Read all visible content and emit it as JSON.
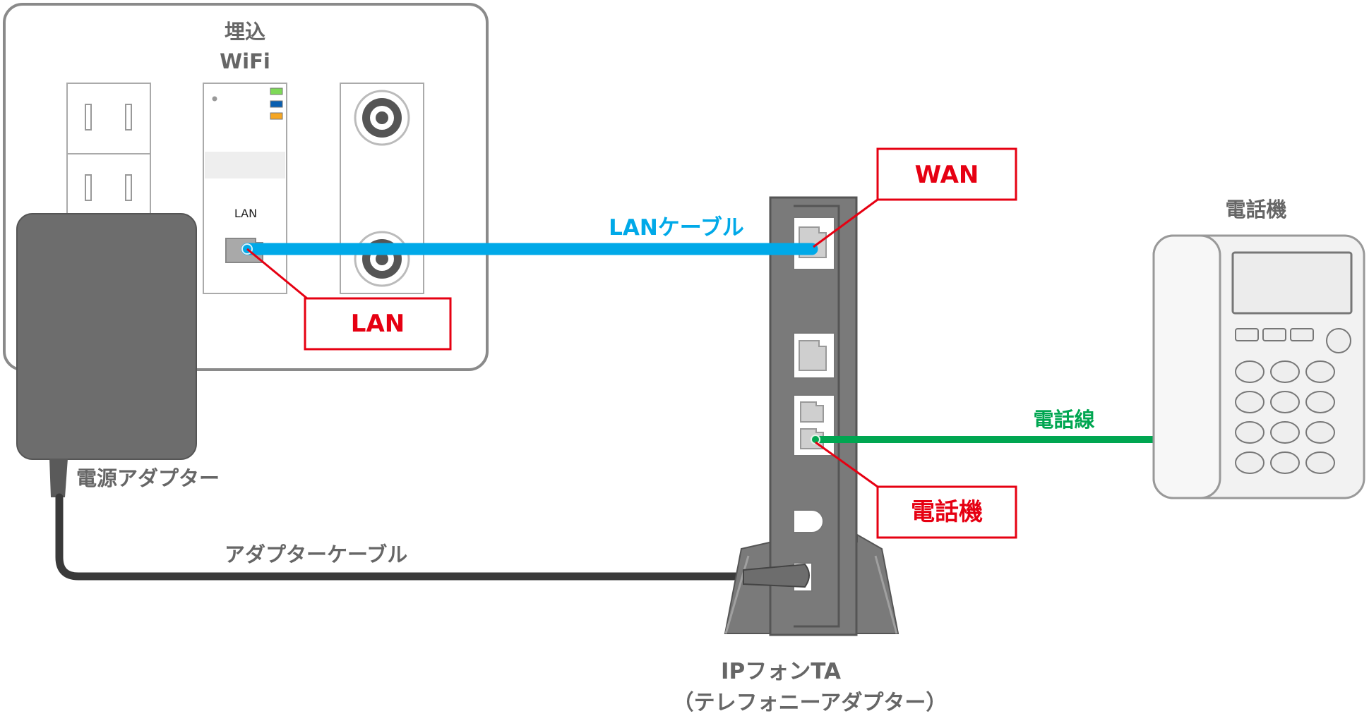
{
  "wall_panel": {
    "title_line1": "埋込",
    "title_line2": "WiFi",
    "port_label": "LAN",
    "led_colors": [
      "#7ed957",
      "#0a5fb0",
      "#f5a623"
    ]
  },
  "power_adapter": {
    "label": "電源アダプター"
  },
  "cables": {
    "lan": {
      "label": "LANケーブル",
      "color": "#00a9e8"
    },
    "phone": {
      "label": "電話線",
      "color": "#00a651"
    },
    "adapter": {
      "label": "アダプターケーブル",
      "color": "#3a3a3a"
    }
  },
  "callouts": {
    "lan": "LAN",
    "wan": "WAN",
    "phone": "電話機",
    "color": "#e60012"
  },
  "ip_phone_ta": {
    "label_line1": "IPフォンTA",
    "label_line2": "（テレフォニーアダプター）"
  },
  "telephone": {
    "label": "電話機"
  }
}
